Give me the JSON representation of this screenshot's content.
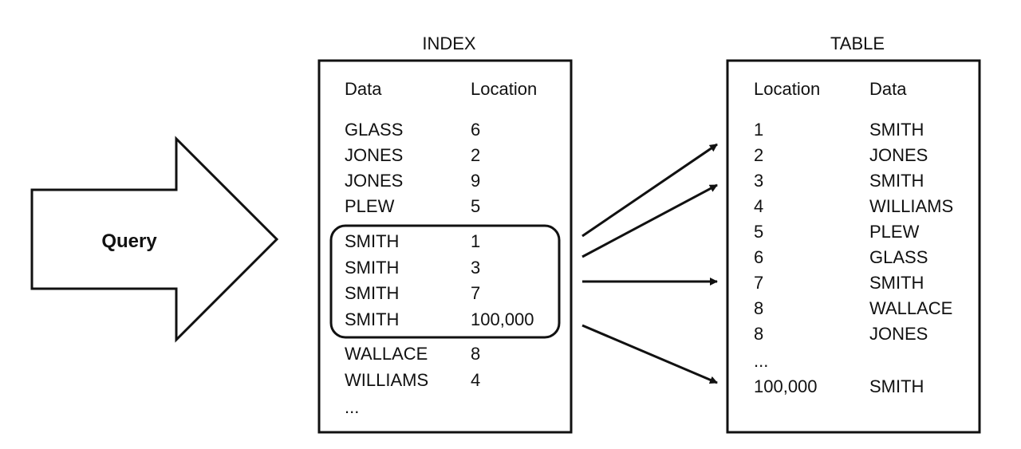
{
  "query_label": "Query",
  "index": {
    "title": "INDEX",
    "headers": [
      "Data",
      "Location"
    ],
    "rows": [
      [
        "GLASS",
        "6"
      ],
      [
        "JONES",
        "2"
      ],
      [
        "JONES",
        "9"
      ],
      [
        "PLEW",
        "5"
      ],
      [
        "SMITH",
        "1"
      ],
      [
        "SMITH",
        "3"
      ],
      [
        "SMITH",
        "7"
      ],
      [
        "SMITH",
        "100,000"
      ],
      [
        "WALLACE",
        "8"
      ],
      [
        "WILLIAMS",
        "4"
      ]
    ],
    "ellipsis": "...",
    "highlight_rows": [
      4,
      5,
      6,
      7
    ]
  },
  "table": {
    "title": "TABLE",
    "headers": [
      "Location",
      "Data"
    ],
    "rows": [
      [
        "1",
        "SMITH"
      ],
      [
        "2",
        "JONES"
      ],
      [
        "3",
        "SMITH"
      ],
      [
        "4",
        "WILLIAMS"
      ],
      [
        "5",
        "PLEW"
      ],
      [
        "6",
        "GLASS"
      ],
      [
        "7",
        "SMITH"
      ],
      [
        "8",
        "WALLACE"
      ],
      [
        "8",
        "JONES"
      ]
    ],
    "ellipsis": "...",
    "last_row": [
      "100,000",
      "SMITH"
    ]
  },
  "colors": {
    "stroke": "#111111",
    "background": "#ffffff"
  }
}
